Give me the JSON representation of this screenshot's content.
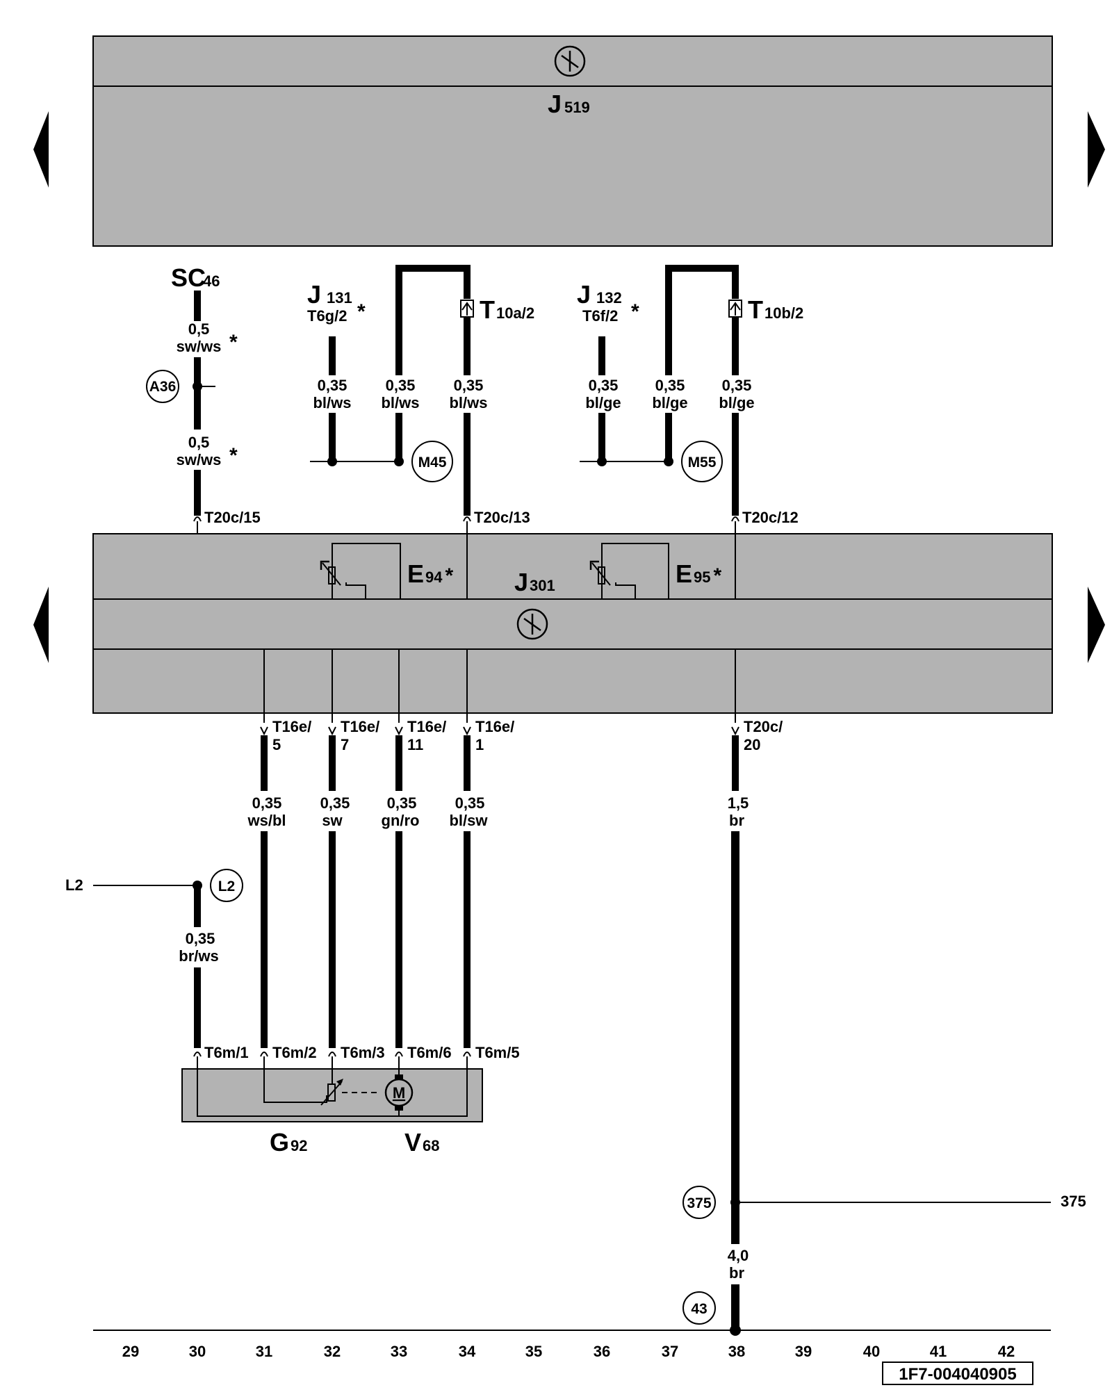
{
  "code": "1F7-004040905",
  "components": {
    "j519": {
      "main": "J",
      "sub": "519"
    },
    "j301": {
      "main": "J",
      "sub": "301"
    },
    "e94": {
      "main": "E",
      "sub": "94",
      "star": "*"
    },
    "e95": {
      "main": "E",
      "sub": "95",
      "star": "*"
    },
    "g92": {
      "main": "G",
      "sub": "92"
    },
    "v68": {
      "main": "V",
      "sub": "68"
    },
    "sc46": {
      "main": "SC",
      "sub": "46"
    },
    "j131": {
      "main": "J",
      "sub": "131",
      "pin": "T6g/2",
      "star": "*"
    },
    "j132": {
      "main": "J",
      "sub": "132",
      "pin": "T6f/2",
      "star": "*"
    },
    "t10a": {
      "main": "T",
      "sub": "10a/2"
    },
    "t10b": {
      "main": "T",
      "sub": "10b/2"
    },
    "motor": "M"
  },
  "nodes": [
    "A36",
    "M45",
    "M55",
    "L2",
    "375",
    "43"
  ],
  "external_refs": {
    "left_l2": "L2",
    "right_375": "375"
  },
  "wires": {
    "sc_a": {
      "size": "0,5",
      "color": "sw/ws",
      "star": "*"
    },
    "sc_b": {
      "size": "0,5",
      "color": "sw/ws",
      "star": "*"
    },
    "c32_top": {
      "size": "0,35",
      "color": "bl/ws"
    },
    "c33_top": {
      "size": "0,35",
      "color": "bl/ws"
    },
    "c34_top": {
      "size": "0,35",
      "color": "bl/ws"
    },
    "c36_top": {
      "size": "0,35",
      "color": "bl/ge"
    },
    "c37_top": {
      "size": "0,35",
      "color": "bl/ge"
    },
    "c38_top": {
      "size": "0,35",
      "color": "bl/ge"
    },
    "c31_bot": {
      "size": "0,35",
      "color": "ws/bl"
    },
    "c32_bot": {
      "size": "0,35",
      "color": "sw"
    },
    "c33_bot": {
      "size": "0,35",
      "color": "gn/ro"
    },
    "c34_bot": {
      "size": "0,35",
      "color": "bl/sw"
    },
    "c38_bot": {
      "size": "1,5",
      "color": "br"
    },
    "c30_bot": {
      "size": "0,35",
      "color": "br/ws"
    },
    "c38_ground": {
      "size": "4,0",
      "color": "br"
    }
  },
  "pins": {
    "t20c15": "T20c/15",
    "t20c13": "T20c/13",
    "t20c12": "T20c/12",
    "t16e5": {
      "a": "T16e/",
      "b": "5"
    },
    "t16e7": {
      "a": "T16e/",
      "b": "7"
    },
    "t16e11": {
      "a": "T16e/",
      "b": "11"
    },
    "t16e1": {
      "a": "T16e/",
      "b": "1"
    },
    "t20c20": {
      "a": "T20c/",
      "b": "20"
    },
    "t6m1": "T6m/1",
    "t6m2": "T6m/2",
    "t6m3": "T6m/3",
    "t6m6": "T6m/6",
    "t6m5": "T6m/5"
  },
  "columns": [
    "29",
    "30",
    "31",
    "32",
    "33",
    "34",
    "35",
    "36",
    "37",
    "38",
    "39",
    "40",
    "41",
    "42"
  ],
  "colors": {
    "panel": "#b3b3b3",
    "line": "#000000"
  }
}
